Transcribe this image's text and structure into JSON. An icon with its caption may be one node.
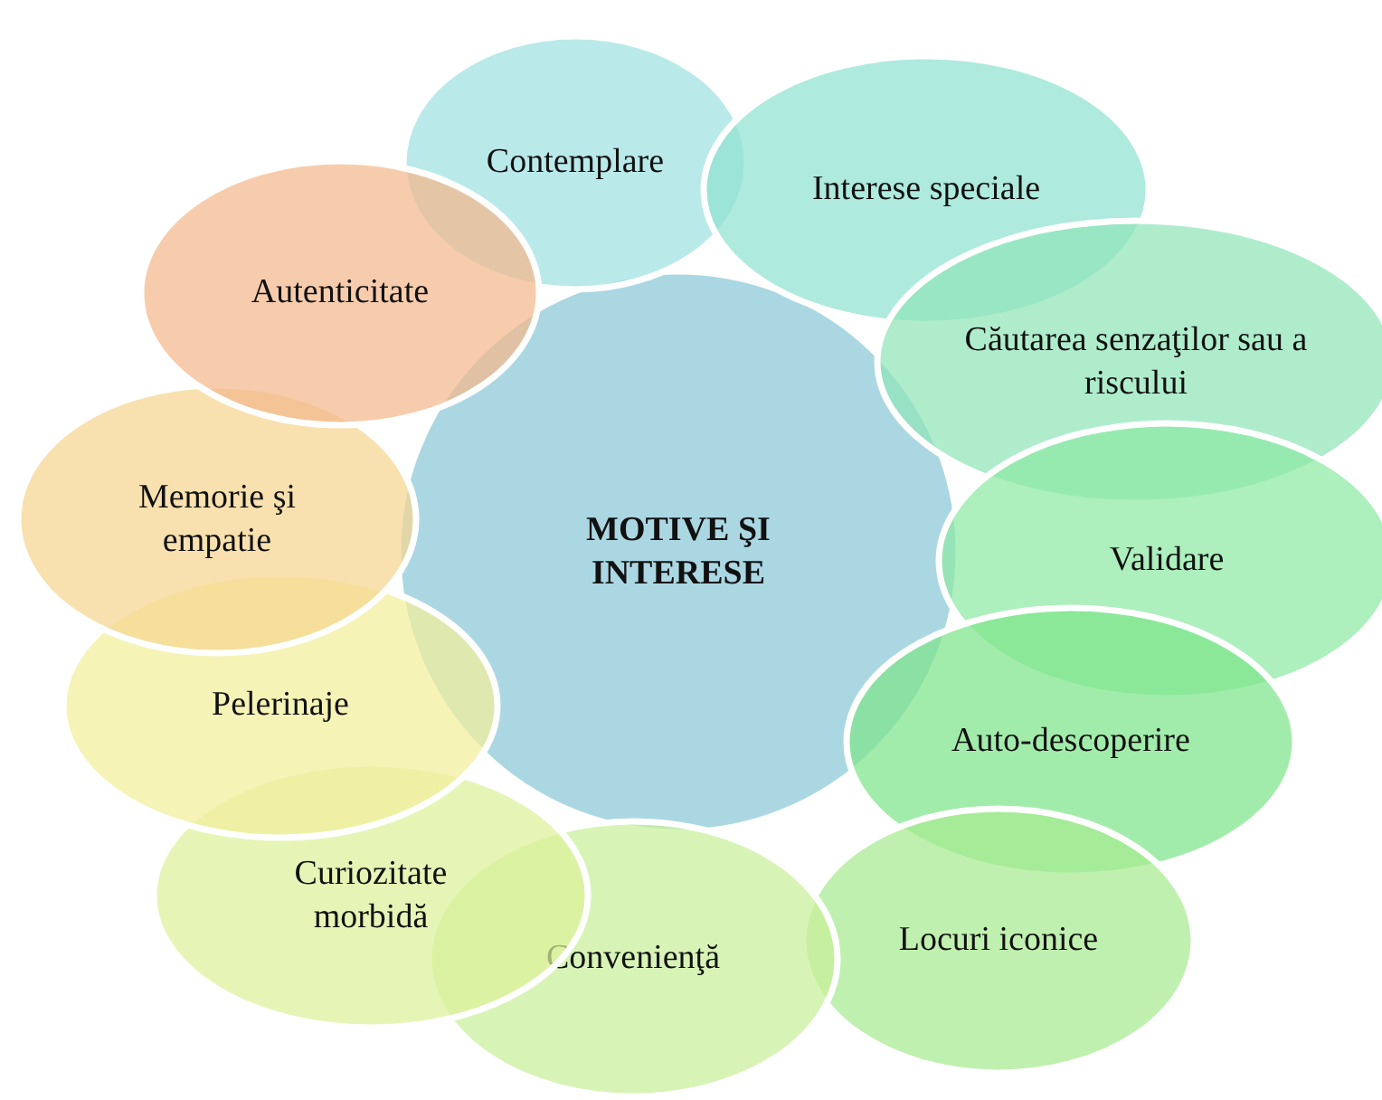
{
  "diagram": {
    "nodes": [
      {
        "text": [
          "MOTIVE ŞI INTERESE"
        ]
      },
      {
        "text": [
          "Contemplare"
        ]
      },
      {
        "text": [
          "Interese speciale"
        ]
      },
      {
        "text": [
          "Căutarea senzaţilor sau a riscului"
        ]
      },
      {
        "text": [
          "Validare"
        ]
      },
      {
        "text": [
          "Auto-descoperire"
        ]
      },
      {
        "text": [
          "Locuri iconice"
        ]
      },
      {
        "text": [
          "Convenienţă"
        ]
      },
      {
        "text": [
          "Curiozitate morbidă"
        ]
      },
      {
        "text": [
          "Pelerinaje"
        ]
      },
      {
        "text": [
          "Memorie şi empatie"
        ]
      },
      {
        "text": [
          "Autenticitate"
        ]
      }
    ],
    "edges": []
  }
}
